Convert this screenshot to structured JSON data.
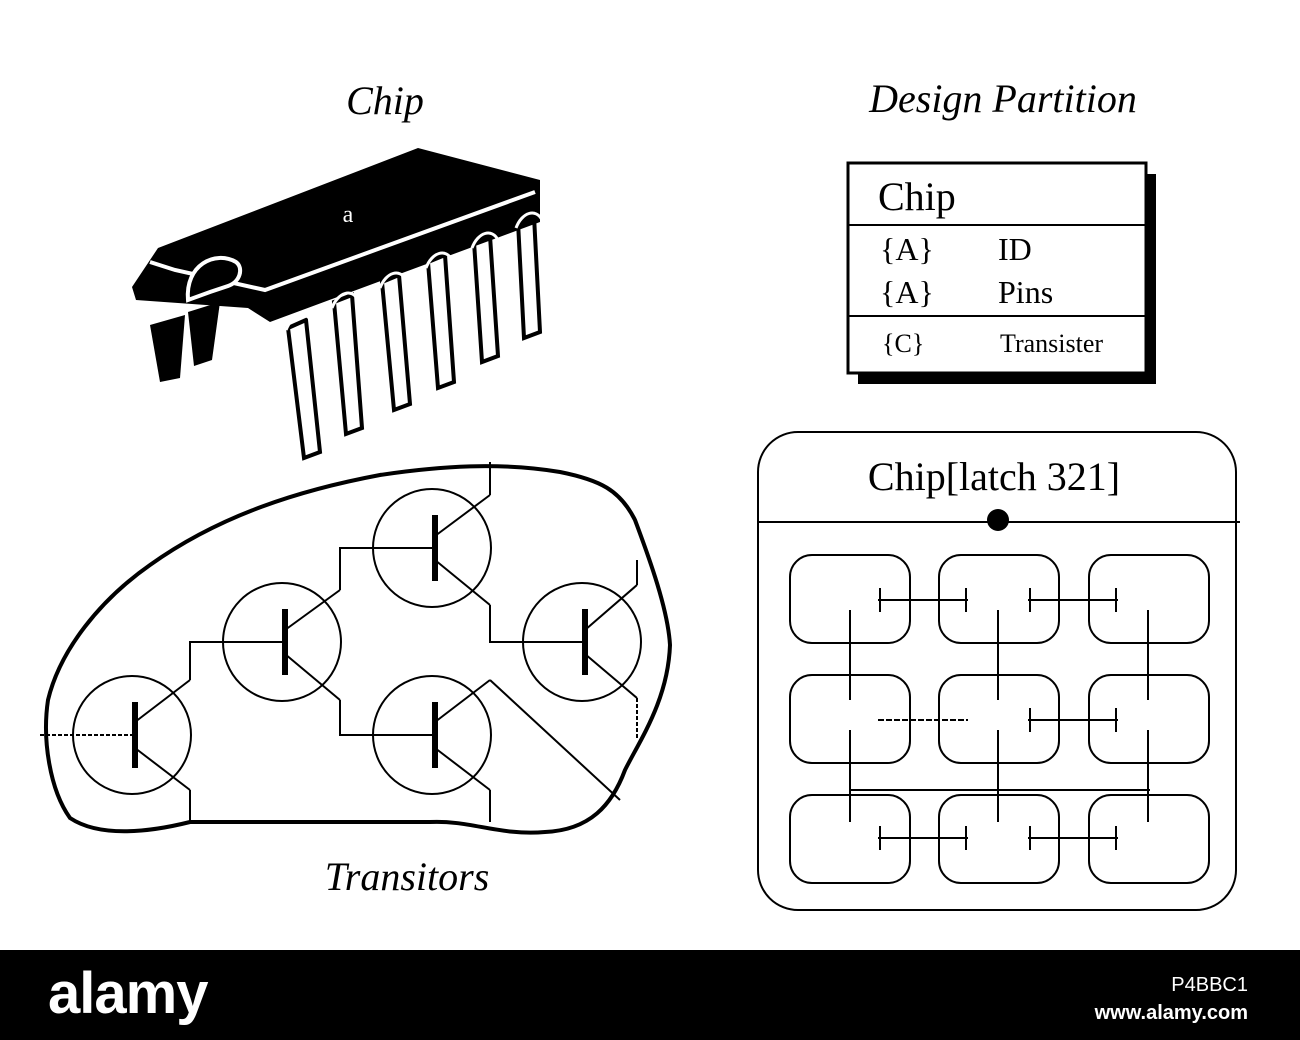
{
  "chip_section": {
    "title": "Chip",
    "watermark_glyph": "a"
  },
  "partition_section": {
    "title": "Design Partition",
    "class_box": {
      "name": "Chip",
      "attributes": [
        {
          "tag": "{A}",
          "label": "ID"
        },
        {
          "tag": "{A}",
          "label": "Pins"
        }
      ],
      "components": [
        {
          "tag": "{C}",
          "label": "Transister"
        }
      ]
    }
  },
  "transistor_section": {
    "title": "Transitors"
  },
  "latch_section": {
    "title": "Chip[latch 321]"
  },
  "footer": {
    "brand": "alamy",
    "image_code": "P4BBC1",
    "site": "www.alamy.com"
  }
}
